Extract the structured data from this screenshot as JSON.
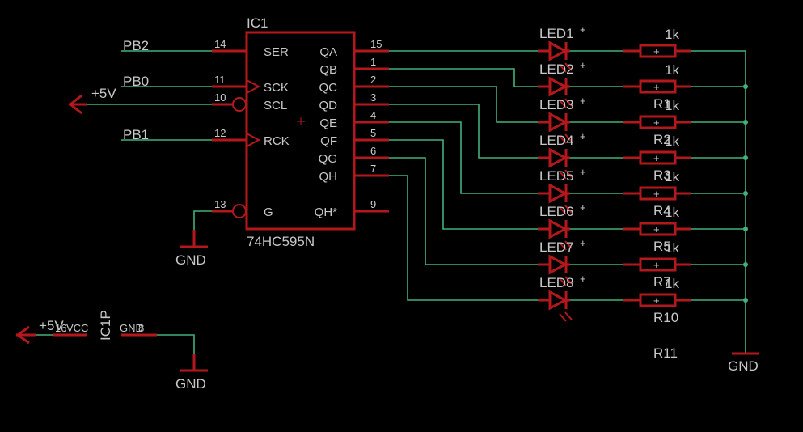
{
  "ic1": {
    "name": "IC1",
    "value": "74HC595N",
    "left_pins": [
      {
        "num": "14",
        "name": "SER",
        "net": "PB2"
      },
      {
        "num": "11",
        "name": "SCK",
        "net": "PB0"
      },
      {
        "num": "10",
        "name": "SCL",
        "net": "+5V"
      },
      {
        "num": "12",
        "name": "RCK",
        "net": "PB1"
      },
      {
        "num": "13",
        "name": "G",
        "net": "GND"
      }
    ],
    "right_pins": [
      {
        "num": "15",
        "name": "QA"
      },
      {
        "num": "1",
        "name": "QB"
      },
      {
        "num": "2",
        "name": "QC"
      },
      {
        "num": "3",
        "name": "QD"
      },
      {
        "num": "4",
        "name": "QE"
      },
      {
        "num": "5",
        "name": "QF"
      },
      {
        "num": "6",
        "name": "QG"
      },
      {
        "num": "7",
        "name": "QH"
      },
      {
        "num": "9",
        "name": "QH*"
      }
    ]
  },
  "leds": [
    "LED1",
    "LED2",
    "LED3",
    "LED4",
    "LED5",
    "LED6",
    "LED7",
    "LED8"
  ],
  "resistor_labels": [
    {
      "name": "",
      "value": "1k"
    },
    {
      "name": "R1",
      "value": "1k"
    },
    {
      "name": "R2",
      "value": "1k"
    },
    {
      "name": "R3",
      "value": "1k"
    },
    {
      "name": "R4",
      "value": "1k"
    },
    {
      "name": "R5",
      "value": "1k"
    },
    {
      "name": "R7",
      "value": "1k"
    },
    {
      "name": "R10",
      "value": "1k"
    },
    {
      "name": "R11",
      "value": ""
    }
  ],
  "power": {
    "ic1p_name": "IC1P",
    "vcc_pin_num": "16",
    "vcc_pin_name": "VCC",
    "gnd_pin_num": "8",
    "gnd_pin_name": "GND",
    "supply_5v_top": "+5V",
    "supply_5v_bottom": "+5V",
    "gnd_ic": "GND",
    "gnd_ic1p": "GND",
    "gnd_bus": "GND"
  },
  "colors": {
    "background": "#000000",
    "wire": "#43b07a",
    "part": "#b3191c",
    "text": "#c8c8c8"
  }
}
